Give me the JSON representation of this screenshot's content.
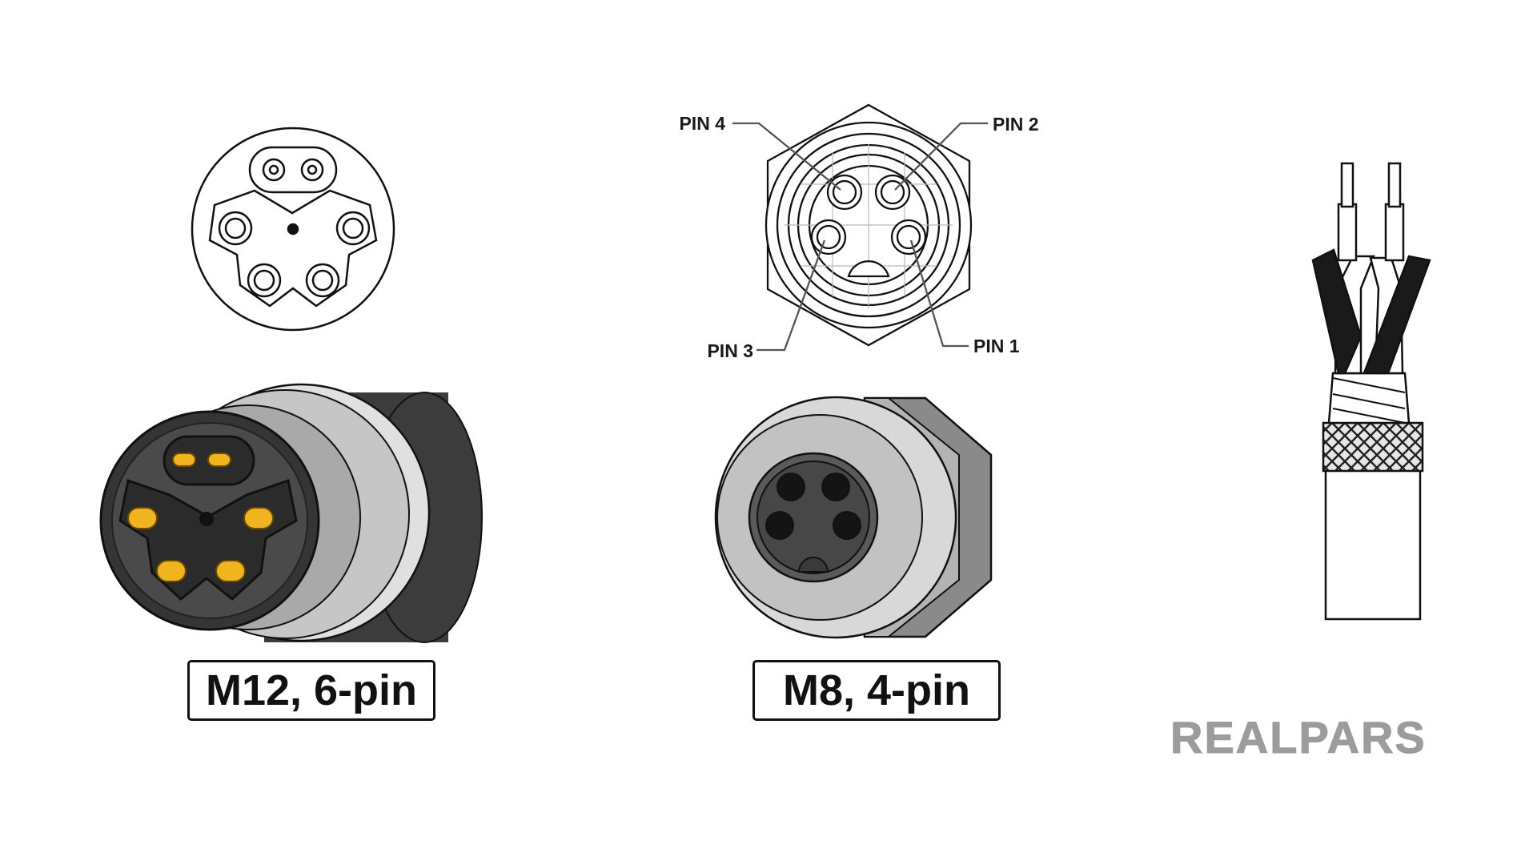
{
  "m8_pin_labels": {
    "pin4": "PIN 4",
    "pin2": "PIN 2",
    "pin3": "PIN 3",
    "pin1": "PIN 1"
  },
  "captions": {
    "m12": "M12, 6-pin",
    "m8": "M8, 4-pin"
  },
  "logo": {
    "text": "REALPARS",
    "color": "#9c9c9c"
  },
  "colors": {
    "pin_gold": "#f0b41e",
    "housing_dark": "#3a3a3a",
    "housing_light": "#c9c9c9",
    "outline": "#111111"
  },
  "icons": [
    "m12-face-diagram",
    "m12-connector-3d",
    "m8-face-diagram",
    "m8-connector-3d",
    "shielded-cable-icon"
  ]
}
